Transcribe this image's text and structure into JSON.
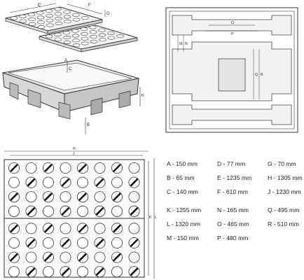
{
  "diagram": {
    "iso_labels": [
      "E",
      "F",
      "G",
      "A",
      "C",
      "K",
      "B"
    ],
    "top_view_labels": [
      "O",
      "P",
      "M",
      "N",
      "Q",
      "R"
    ],
    "grate_labels": [
      "H",
      "J",
      "K",
      "L"
    ]
  },
  "legend": {
    "rows": [
      [
        "A - 150 mm",
        "D - 77 mm",
        "G - 70 mm"
      ],
      [
        "B - 65 mm",
        "E - 1235 mm",
        "H - 1305 mm"
      ],
      [
        "C - 140 mm",
        "F - 610 mm",
        "J - 1230 mm"
      ],
      [
        "K - 1255 mm",
        "N - 165 mm",
        "Q - 495 mm"
      ],
      [
        "L - 1320 mm",
        "O - 465 mm",
        "R - 510 mm"
      ],
      [
        "M - 150 mm",
        "P - 480 mm",
        ""
      ]
    ]
  }
}
